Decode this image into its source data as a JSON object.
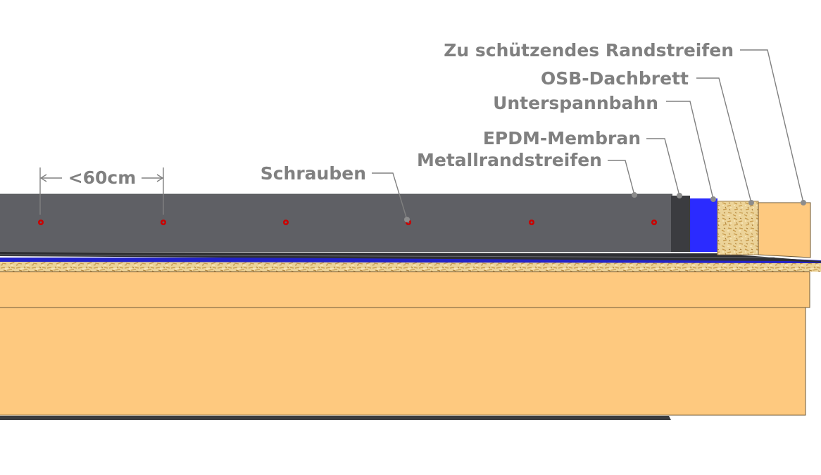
{
  "labels": {
    "edge_protection_strip": "Zu schützendes Randstreifen",
    "osb_roof_board": "OSB-Dachbrett",
    "underlay": "Unterspannbahn",
    "epdm_membrane": "EPDM-Membran",
    "metal_edge_strip": "Metallrandstreifen",
    "screws": "Schrauben",
    "spacing": "<60cm"
  },
  "colors": {
    "label_gray": "#808080",
    "metal_strip": "#5f6065",
    "metal_strip_edge": "#3b3c40",
    "epdm_blue": "#2b2bff",
    "osb": "#e8cf8e",
    "timber": "#fec97f",
    "screw_red": "#cc0000"
  }
}
